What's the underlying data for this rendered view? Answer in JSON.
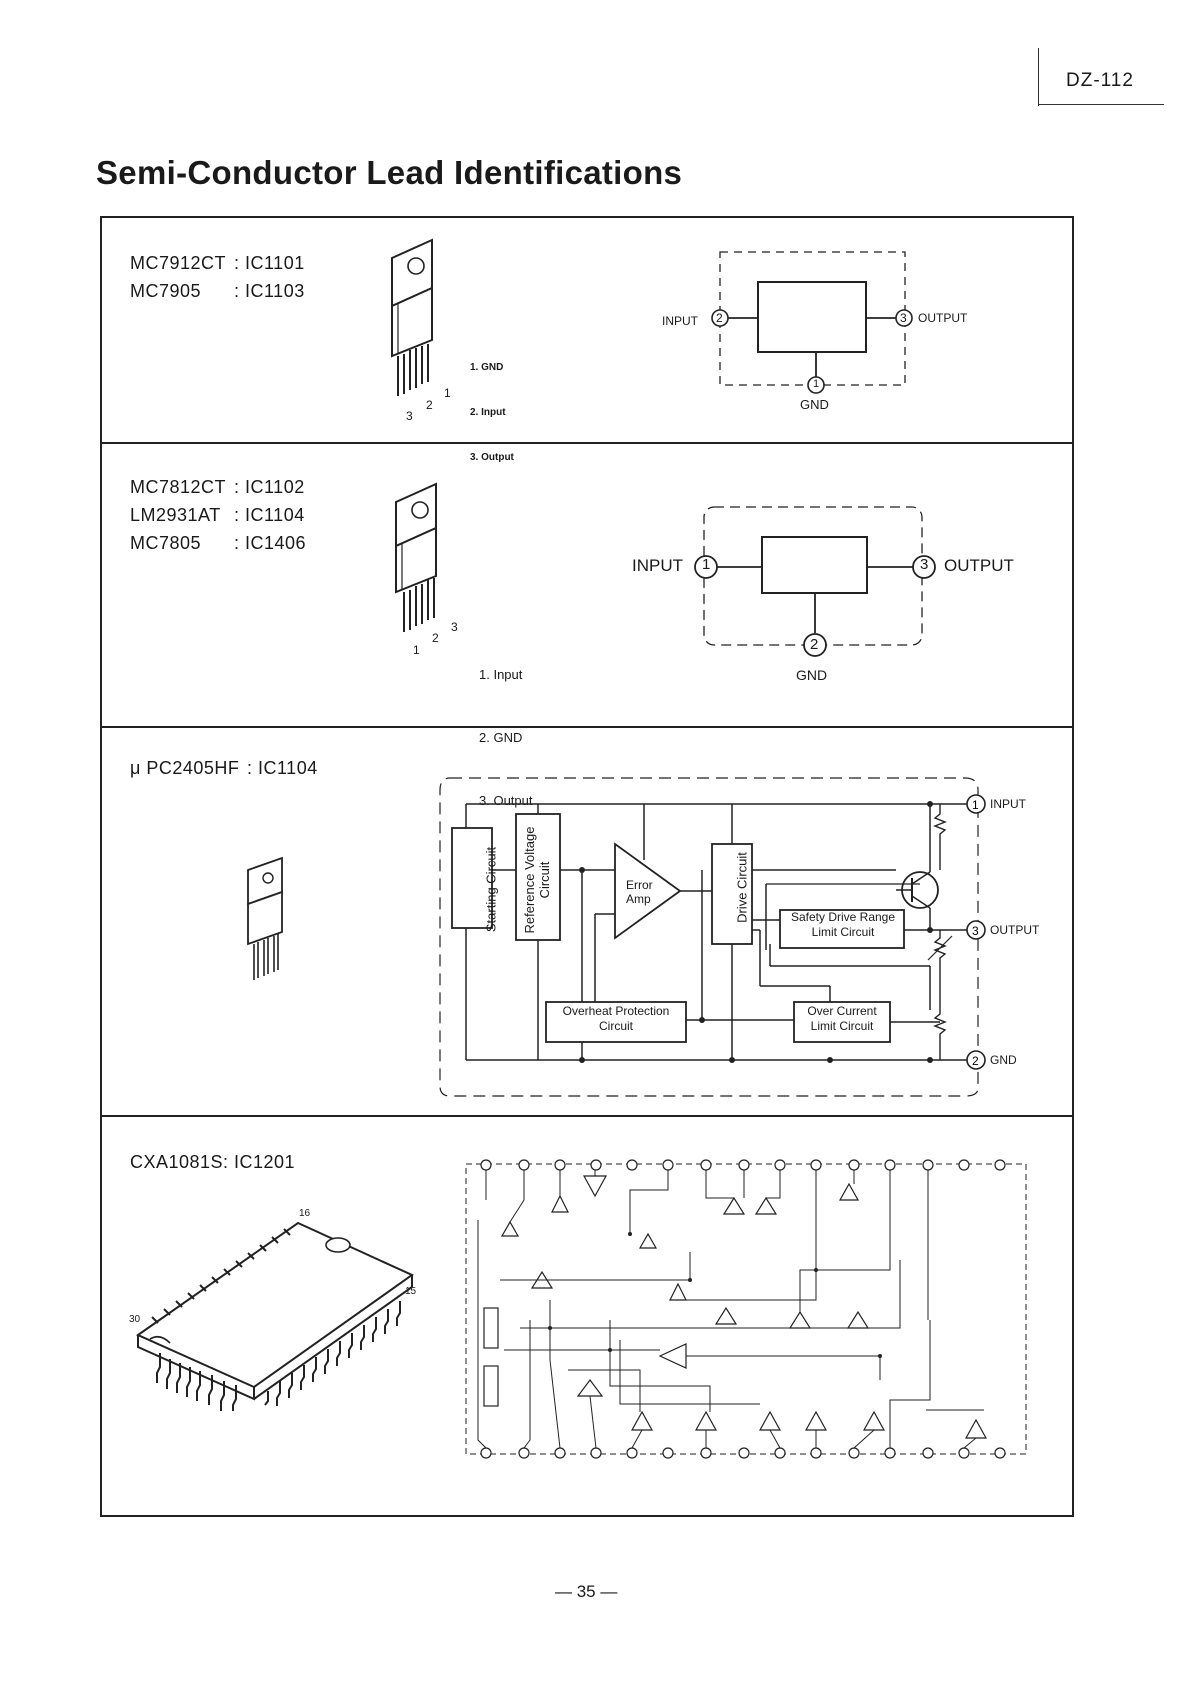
{
  "header": {
    "doc_code": "DZ-112"
  },
  "title": "Semi-Conductor Lead Identifications",
  "sections": [
    {
      "parts": [
        {
          "model": "MC7912CT",
          "ic": ": IC1101"
        },
        {
          "model": "MC7905",
          "ic": ": IC1103"
        }
      ],
      "pins": [
        "1. GND",
        "2. Input",
        "3. Output"
      ],
      "pin_numbers": [
        "3",
        "2",
        "1"
      ],
      "diagram": {
        "input": "INPUT",
        "input_pin": "2",
        "output": "OUTPUT",
        "output_pin": "3",
        "gnd": "GND",
        "gnd_pin": "1"
      }
    },
    {
      "parts": [
        {
          "model": "MC7812CT",
          "ic": ": IC1102"
        },
        {
          "model": "LM2931AT",
          "ic": ": IC1104"
        },
        {
          "model": "MC7805",
          "ic": ": IC1406"
        }
      ],
      "pins": [
        "1. Input",
        "2. GND",
        "3. Output"
      ],
      "pin_numbers": [
        "1",
        "2",
        "3"
      ],
      "diagram": {
        "input": "INPUT",
        "input_pin": "1",
        "output": "OUTPUT",
        "output_pin": "3",
        "gnd": "GND",
        "gnd_pin": "2"
      }
    },
    {
      "parts": [
        {
          "model": "μ PC2405HF",
          "ic": ": IC1104"
        }
      ],
      "blocks": {
        "starting": "Starting Circuit",
        "reference": "Reference Voltage Circuit",
        "error_amp": "Error Amp",
        "drive": "Drive Circuit",
        "safety": "Safety Drive Range Limit Circuit",
        "overheat": "Overheat Protection Circuit",
        "overcurrent": "Over Current Limit Circuit"
      },
      "terminals": {
        "input": "INPUT",
        "output": "OUTPUT",
        "gnd": "GND"
      }
    },
    {
      "parts": [
        {
          "model": "CXA1081S",
          "ic": ": IC1201"
        }
      ],
      "package_pins": [
        "16",
        "15",
        "30"
      ]
    }
  ],
  "footer": {
    "page": "— 35 —"
  }
}
